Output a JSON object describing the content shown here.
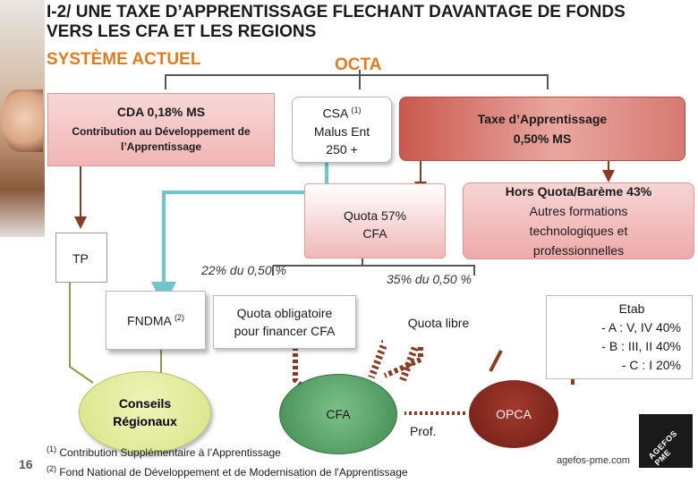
{
  "title_line1": "I-2/ UNE TAXE D’APPRENTISSAGE FLECHANT DAVANTAGE DE FONDS",
  "title_line2": "VERS LES CFA ET LES REGIONS",
  "subtitle": "SYSTÈME ACTUEL",
  "octa": "OCTA",
  "cda": {
    "title": "CDA 0,18% MS",
    "subtitle": "Contribution au Développement de l’Apprentissage"
  },
  "csa": {
    "line1": "CSA",
    "sup": "(1)",
    "line2": "Malus Ent",
    "line3": "250 +"
  },
  "taxe": {
    "line1": "Taxe d’Apprentissage",
    "line2": "0,50% MS"
  },
  "quota": {
    "line1": "Quota 57%",
    "line2": "CFA"
  },
  "hors_quota": {
    "line1": "Hors Quota/Barème 43%",
    "line2": "Autres formations",
    "line3": "technologiques et",
    "line4": "professionnelles"
  },
  "tp": "TP",
  "pct22": "22% du 0,50 %",
  "pct35": "35% du 0,50 %",
  "fndma": {
    "label": "FNDMA",
    "sup": "(2)"
  },
  "quota_obligatoire": {
    "line1": "Quota obligatoire",
    "line2": "pour financer CFA"
  },
  "quota_libre": "Quota libre",
  "etab": {
    "line1": "Etab",
    "line2": "- A : V, IV 40%",
    "line3": "- B : III, II 40%",
    "line4": "- C : I 20%"
  },
  "conseils": {
    "line1": "Conseils",
    "line2": "Régionaux"
  },
  "cfa": "CFA",
  "opca": "OPCA",
  "prof": "Prof.",
  "footnotes": [
    {
      "num": "(1)",
      "text": "Contribution Supplémentaire à l’Apprentissage"
    },
    {
      "num": "(2)",
      "text": "Fond National de Développement et de Modernisation de l'Apprentissage"
    }
  ],
  "page_number": "16",
  "website": "agefos-pme.com",
  "logo_text": "AGEFOS PME",
  "colors": {
    "orange": "#e07b1e",
    "pink_fill": "#f4c4c4",
    "taxe_fill": "#c9584d",
    "hors_fill": "#f0b8b8",
    "conseils_fill": "#e1eb9c",
    "cfa_fill": "#58a66a",
    "opca_fill": "#8b2c22",
    "arrow_brown": "#8a3b26",
    "arrow_teal": "#6ec4cf",
    "arrow_olive": "#8d9a43"
  }
}
